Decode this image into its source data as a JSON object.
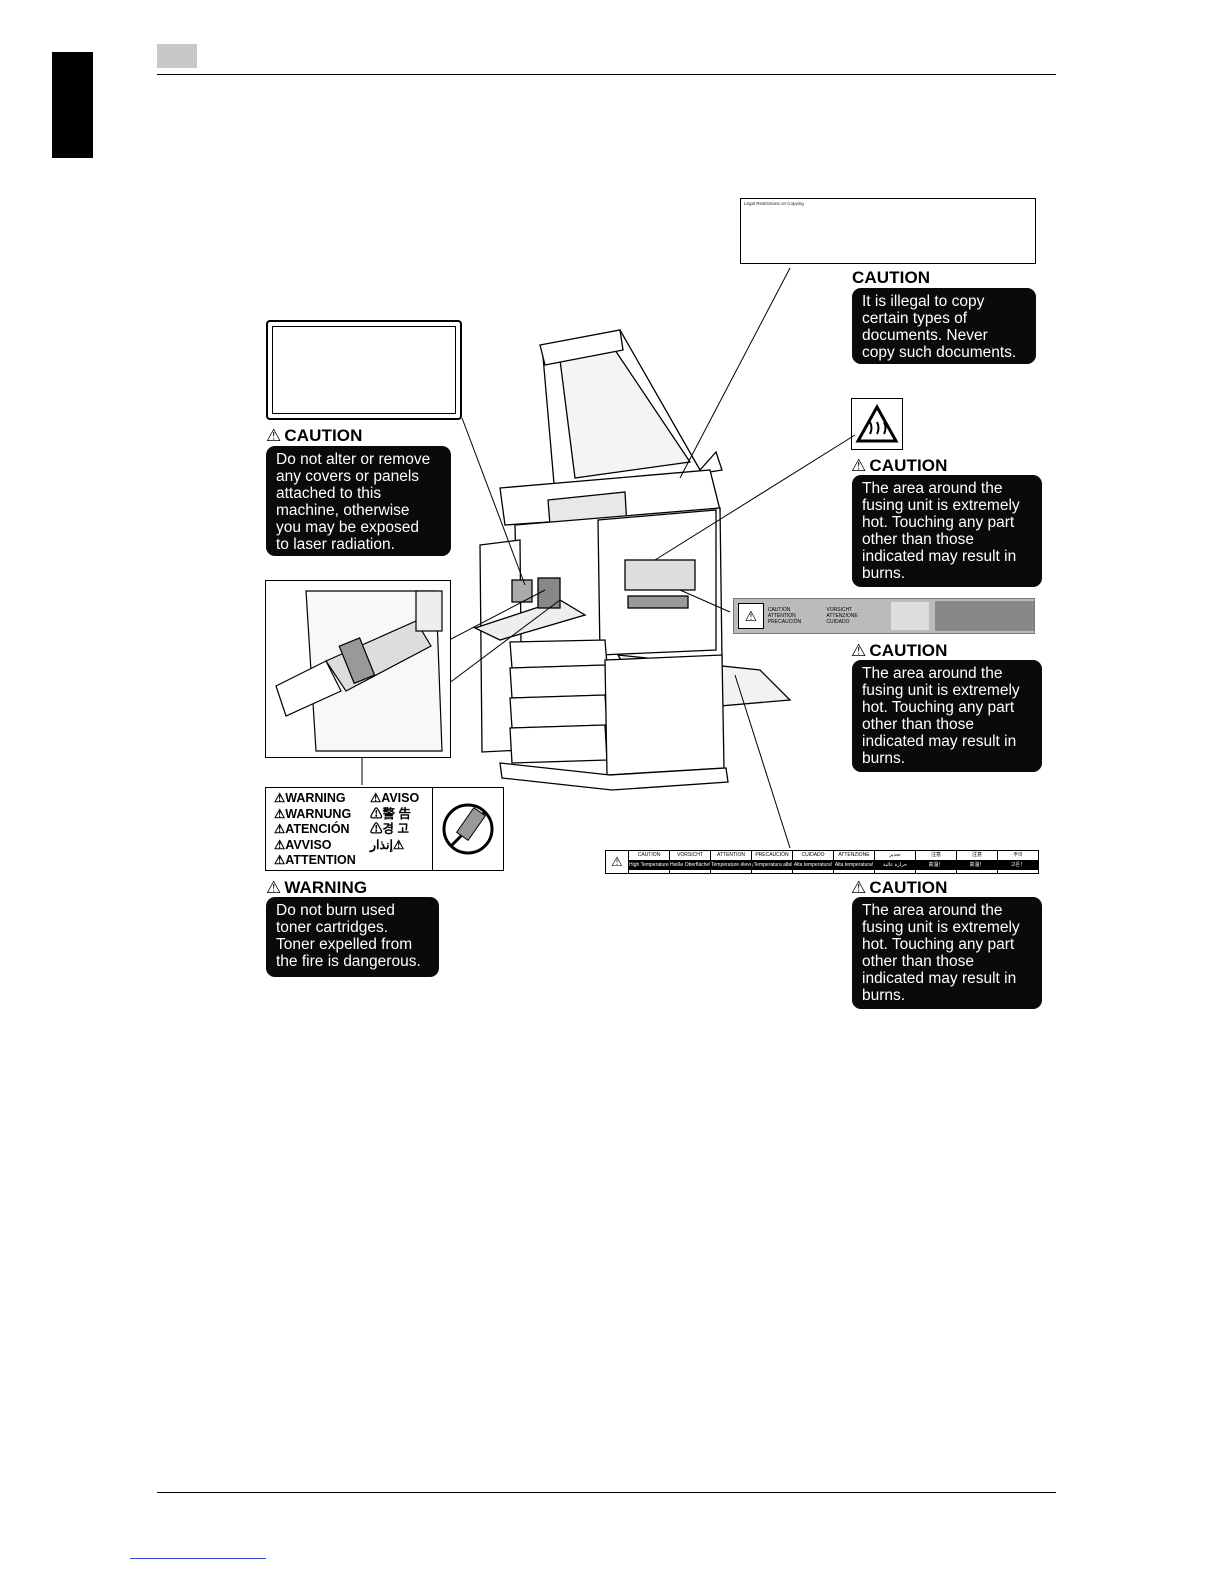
{
  "header": {
    "page_box": ""
  },
  "labels": {
    "top_right": {
      "heading": "CAUTION",
      "text": "It is illegal to copy\ncertain types of\ndocuments. Never\ncopy such documents.",
      "sticker_title": "Legal Restrictions on Copying"
    },
    "laser": {
      "heading": "CAUTION",
      "text": "Do not alter or remove\nany covers or panels\nattached to this\nmachine, otherwise\nyou may be exposed\nto laser radiation."
    },
    "fusing_1": {
      "heading": "CAUTION",
      "text": "The area around the\nfusing unit is extremely\nhot. Touching any part\nother than those\nindicated may result in\nburns."
    },
    "fusing_2": {
      "heading": "CAUTION",
      "text": "The area around the\nfusing unit is extremely\nhot. Touching any part\nother than those\nindicated may result in\nburns."
    },
    "fusing_3": {
      "heading": "CAUTION",
      "text": "The area around the\nfusing unit is extremely\nhot. Touching any part\nother than those\nindicated may result in\nburns."
    },
    "toner": {
      "heading": "WARNING",
      "text": "Do not burn used\ntoner cartridges.\nToner expelled from\nthe fire is dangerous.",
      "languages_left": [
        "WARNING",
        "WARNUNG",
        "ATENCIÓN",
        "AVVISO",
        "ATTENTION"
      ],
      "languages_right": [
        "AVISO",
        "警 告",
        "경 고",
        "إنذار"
      ]
    },
    "strip": {
      "top": [
        "CAUTION",
        "VORSICHT",
        "ATTENTION",
        "PRECAUCIÓN",
        "CUIDADO",
        "ATTENZIONE",
        "تحذير",
        "注意",
        "注意",
        "주의"
      ],
      "bottom": [
        "High Temperature!",
        "Heiße Oberfläche!",
        "Température élevée!",
        "¡Temperatura alta!",
        "Alta temperatura!",
        "Alta temperatura!",
        "حرارة عالية",
        "高温！",
        "高温！",
        "고온！"
      ]
    },
    "mid_sticker": {
      "items": [
        "CAUTION",
        "VORSICHT",
        "ATTENTION",
        "ATTENZIONE",
        "PRECAUCIÓN",
        "CUIDADO"
      ]
    }
  }
}
